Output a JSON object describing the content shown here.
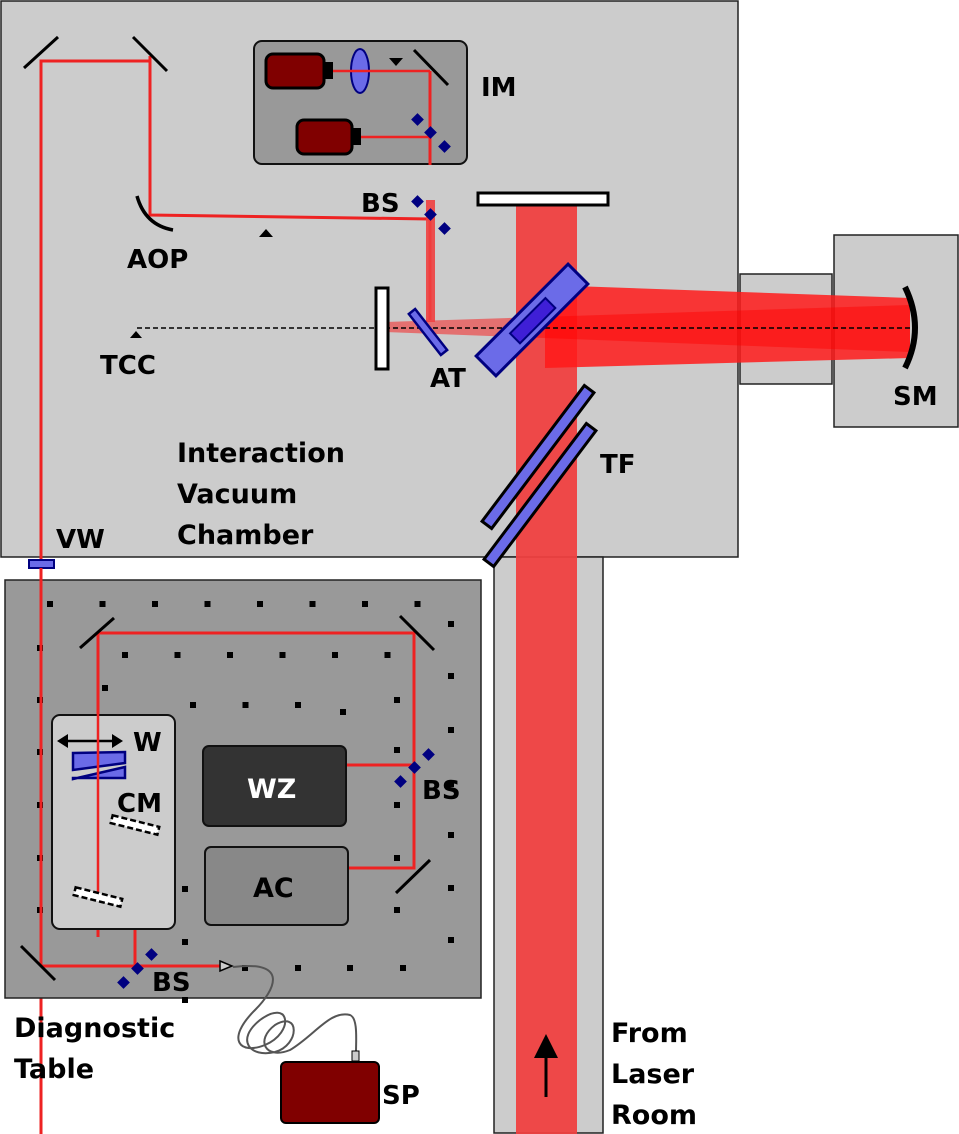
{
  "diagram": {
    "colors": {
      "chamber_fill": "#cccccc",
      "table_fill": "#999999",
      "beam_red": "#ee2222",
      "beam_main": "#ef4040",
      "optic_blue": "#6b6be8",
      "optic_outline": "#000080",
      "diamond": "#000080",
      "source_fill": "#800000",
      "wz_fill": "#333333",
      "ac_fill": "#888888"
    },
    "labels": {
      "im": "IM",
      "bs_top": "BS",
      "aop": "AOP",
      "tcc": "TCC",
      "at": "AT",
      "sm": "SM",
      "tf": "TF",
      "vw": "VW",
      "chamber_line1": "Interaction",
      "chamber_line2": "Vacuum",
      "chamber_line3": "Chamber",
      "w": "W",
      "cm": "CM",
      "wz": "WZ",
      "ac": "AC",
      "bs_right": "BS",
      "bs_bottom": "BS",
      "diag_line1": "Diagnostic",
      "diag_line2": "Table",
      "sp": "SP",
      "from_line1": "From",
      "from_line2": "Laser",
      "from_line3": "Room"
    }
  }
}
